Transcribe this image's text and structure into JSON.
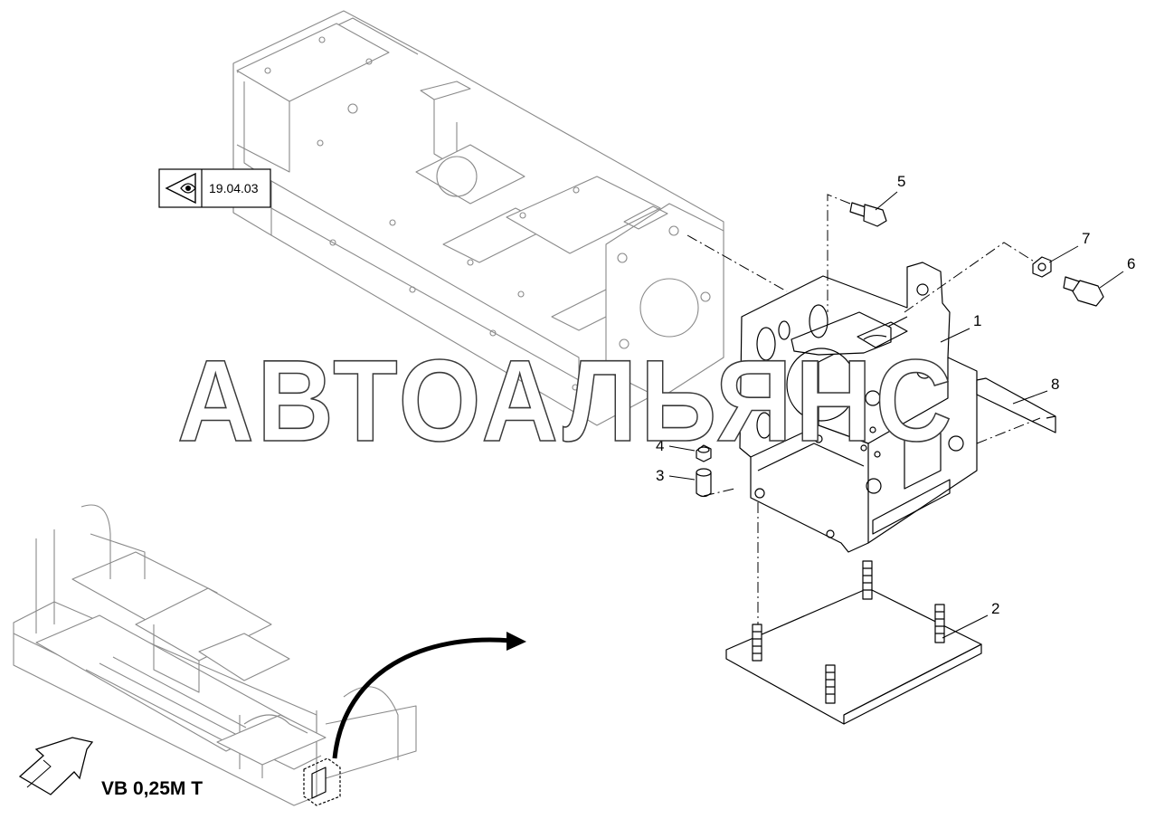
{
  "reference_box": {
    "icon": "eye-icon",
    "ref_number": "19.04.03"
  },
  "watermark": "АВТОАЛЬЯНС",
  "callouts": {
    "c1": "1",
    "c2": "2",
    "c3": "3",
    "c4": "4",
    "c5": "5",
    "c6": "6",
    "c7": "7",
    "c8": "8"
  },
  "variant_label": "VB 0,25M T",
  "colors": {
    "line": "#000000",
    "background_frame": "#8a8a8a",
    "background": "#ffffff"
  }
}
